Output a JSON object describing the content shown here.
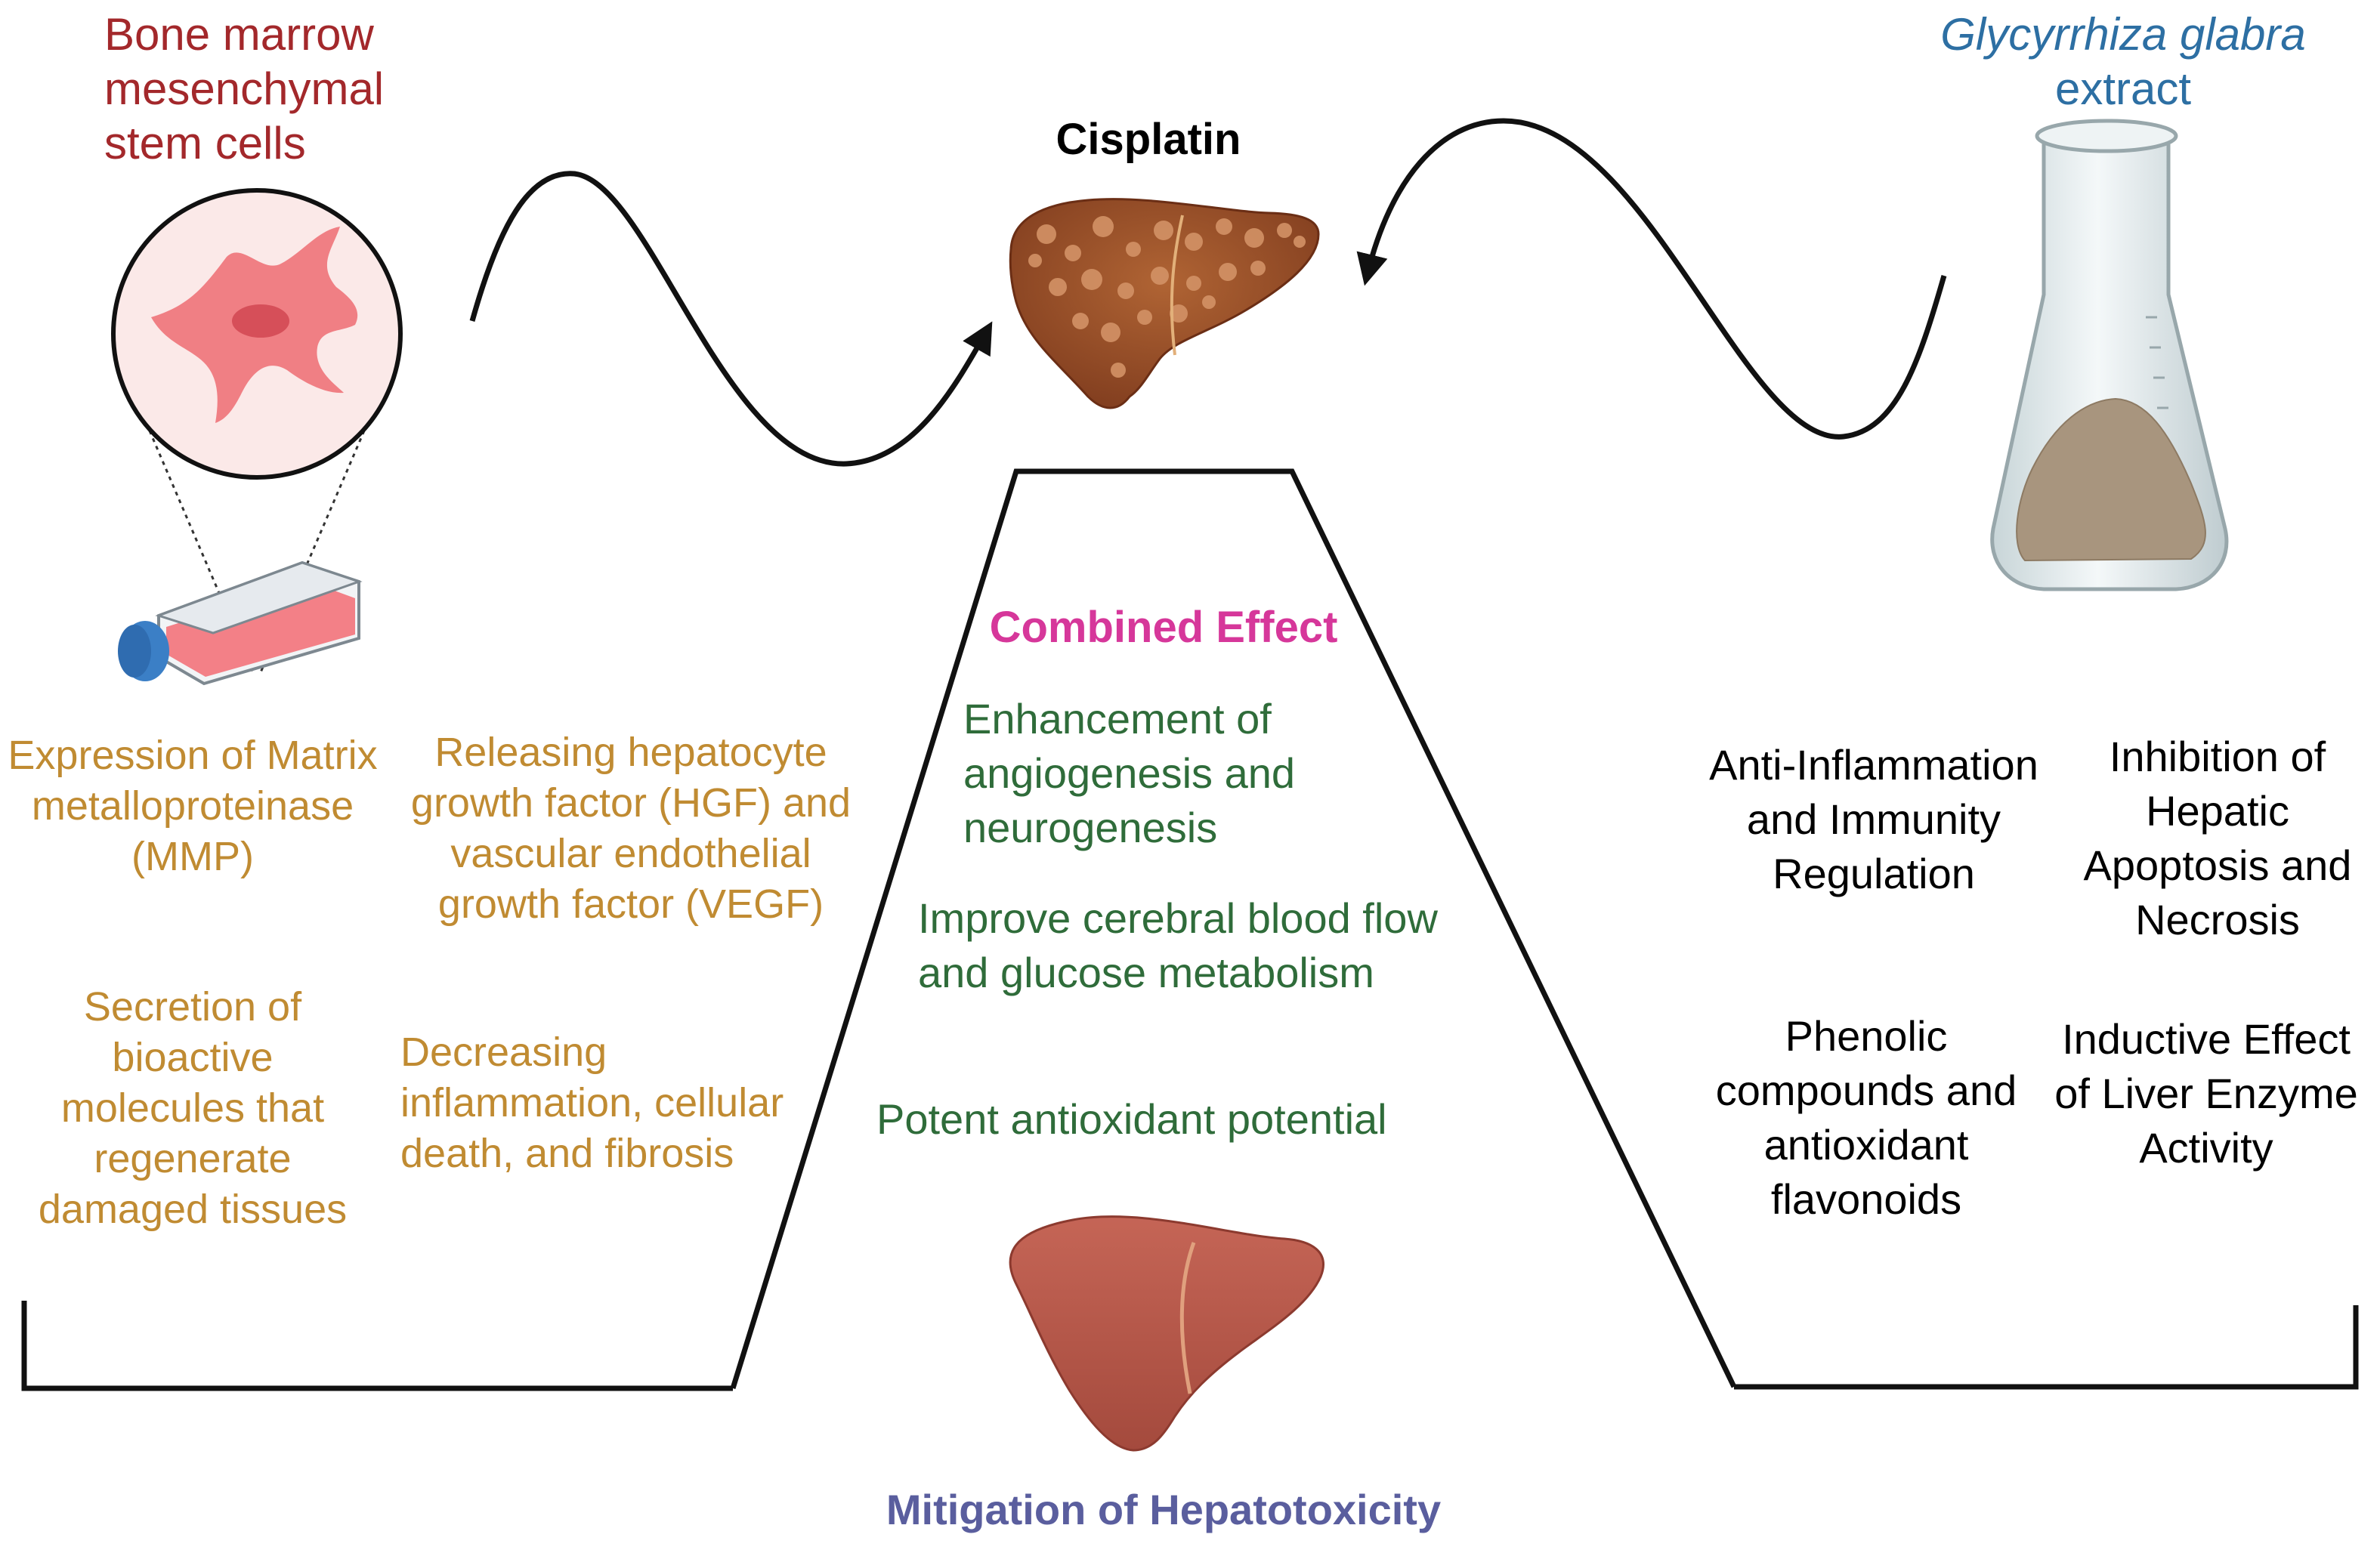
{
  "title": "Cisplatin",
  "left_source": {
    "label_lines": [
      "Bone marrow",
      "mesenchymal",
      "stem cells"
    ],
    "color": "#a3282b",
    "icon": "mesenchymal-stem-cell-icon"
  },
  "right_source": {
    "label_italic": "Glycyrrhiza glabra",
    "label_rest": "extract",
    "color": "#2d6fa3",
    "icon": "erlenmeyer-flask-icon"
  },
  "combined_effect": "Combined Effect",
  "bottom_label": "Mitigation of Hepatotoxicity",
  "bmsc_effects": [
    "Expression of Matrix metalloproteinase (MMP)",
    "Secretion of bioactive molecules that regenerate damaged tissues",
    "Releasing hepatocyte growth factor (HGF) and vascular endothelial growth factor (VEGF)",
    "Decreasing inflammation, cellular death, and fibrosis"
  ],
  "combined_effects": [
    "Enhancement of angiogenesis and neurogenesis",
    "Improve cerebral blood flow and glucose metabolism",
    "Potent antioxidant potential"
  ],
  "glycyrrhiza_effects": [
    "Anti-Inflammation and Immunity Regulation",
    "Inhibition of Hepatic Apoptosis and Necrosis",
    "Phenolic compounds and antioxidant flavonoids",
    "Inductive Effect of Liver Enzyme Activity"
  ],
  "colors": {
    "bmsc_text": "#c08b32",
    "combined_text": "#2f6c3a",
    "combined_title": "#d6379a",
    "bottom_title": "#5a5e9e",
    "damaged_liver": "#9a4f2c",
    "healthy_liver": "#b8584a"
  },
  "icons": [
    "mesenchymal-stem-cell-icon",
    "culture-flask-icon",
    "damaged-liver-icon",
    "erlenmeyer-flask-icon",
    "healthy-liver-icon"
  ]
}
